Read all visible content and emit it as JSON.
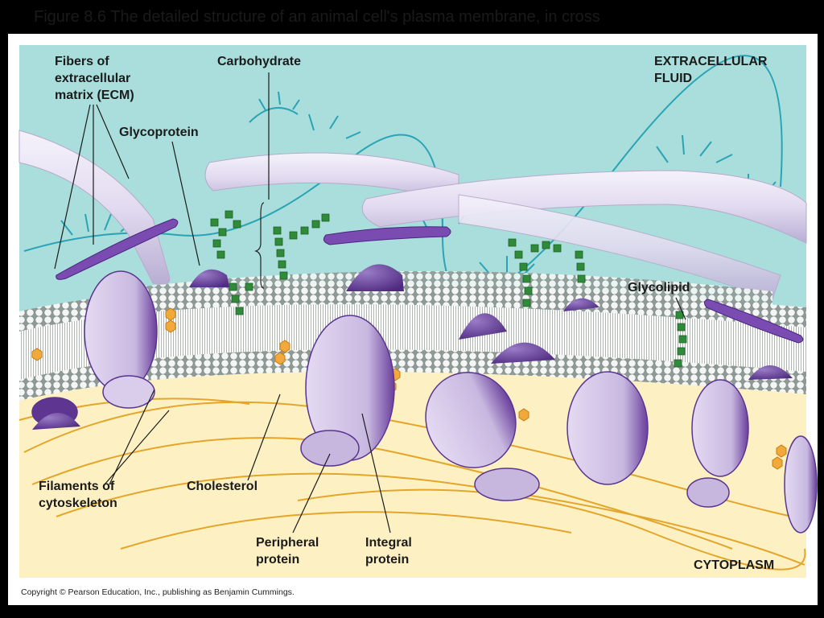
{
  "slide": {
    "title": "Figure 8.6  The detailed structure of an animal cell's plasma membrane, in cross"
  },
  "labels": {
    "ecm_fibers": "Fibers of\nextracellular\nmatrix (ECM)",
    "carbohydrate": "Carbohydrate",
    "extracellular_fluid": "EXTRACELLULAR\nFLUID",
    "glycoprotein": "Glycoprotein",
    "glycolipid": "Glycolipid",
    "cytoskeleton_filaments": "Filaments of\ncytoskeleton",
    "cholesterol": "Cholesterol",
    "peripheral_protein": "Peripheral\nprotein",
    "integral_protein": "Integral\nprotein",
    "cytoplasm": "CYTOPLASM"
  },
  "copyright": "Copyright © Pearson Education, Inc., publishing as Benjamin Cummings.",
  "colors": {
    "extracellular": "#a9dedc",
    "cytoplasm": "#fdf1c4",
    "protein_light": "#d9cdeb",
    "protein_dark": "#6a3f9c",
    "carbohydrate_chain": "#2f8a3a",
    "cholesterol": "#f2a93b",
    "filament": "#e3a52a",
    "ecm_fiber": "#e7e1f2",
    "ecm_branch": "#2aa3b4"
  }
}
